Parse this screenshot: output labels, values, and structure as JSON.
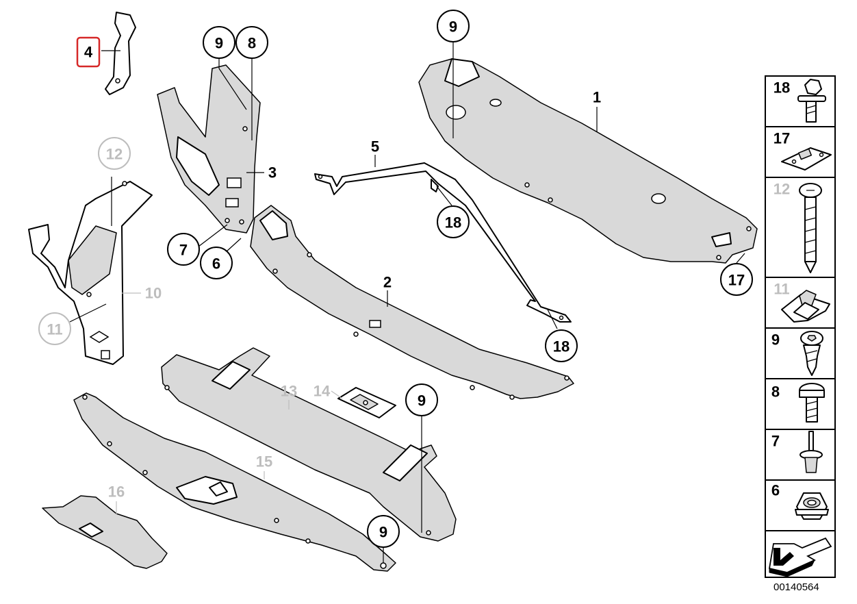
{
  "diagram_id": "00140564",
  "highlighted_callout": "4",
  "labels": {
    "p1": "1",
    "p2": "2",
    "p3": "3",
    "p4": "4",
    "p5": "5",
    "p6": "6",
    "p7": "7",
    "p8": "8",
    "p9": "9",
    "p10": "10",
    "p11": "11",
    "p12": "12",
    "p13": "13",
    "p14": "14",
    "p15": "15",
    "p16": "16",
    "p17": "17",
    "p18": "18"
  },
  "legend": [
    {
      "label": "18",
      "icon": "flange-bolt-icon",
      "dim": false
    },
    {
      "label": "17",
      "icon": "clip-plate-icon",
      "dim": false
    },
    {
      "label": "12",
      "icon": "long-screw-icon",
      "dim": true
    },
    {
      "label": "11",
      "icon": "speed-nut-icon",
      "dim": true
    },
    {
      "label": "9",
      "icon": "torx-screw-icon",
      "dim": false
    },
    {
      "label": "8",
      "icon": "pan-screw-icon",
      "dim": false
    },
    {
      "label": "7",
      "icon": "expanding-rivet-icon",
      "dim": false
    },
    {
      "label": "6",
      "icon": "hex-nut-icon",
      "dim": false
    },
    {
      "label": "",
      "icon": "direction-arrow-icon",
      "dim": false
    }
  ]
}
